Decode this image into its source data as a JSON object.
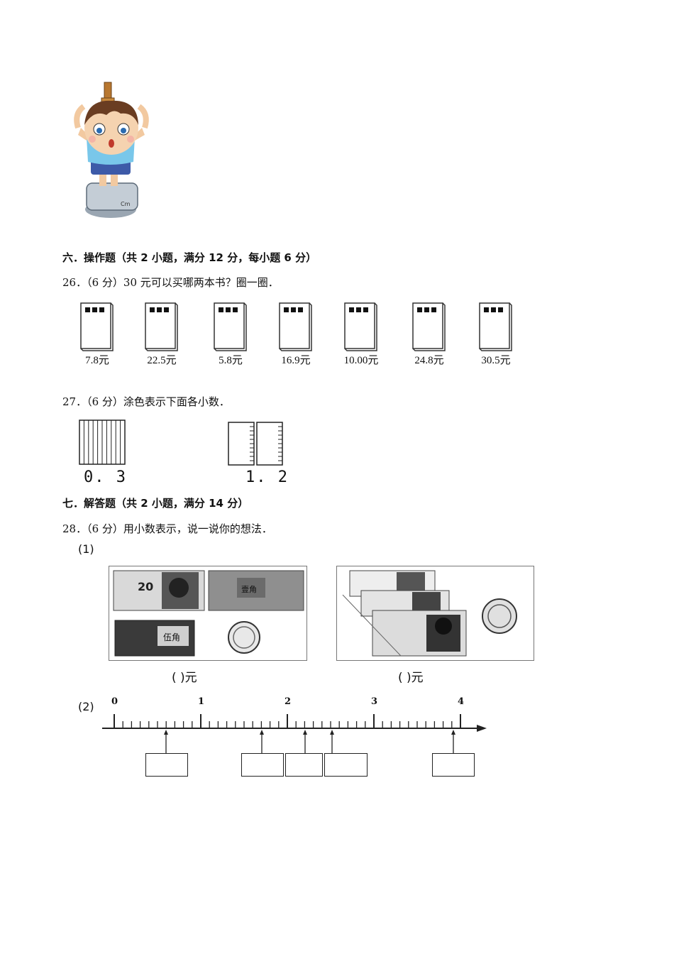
{
  "illustration": {
    "ruler_mark": "Cm"
  },
  "section6": {
    "title": "六．操作题（共 2 小题，满分 12 分，每小题 6 分）"
  },
  "q26": {
    "text": "26．（6 分）30 元可以买哪两本书？圈一圈．",
    "books": [
      {
        "price": "7.8元"
      },
      {
        "price": "22.5元"
      },
      {
        "price": "5.8元"
      },
      {
        "price": "16.9元"
      },
      {
        "price": "10.00元"
      },
      {
        "price": "24.8元"
      },
      {
        "price": "30.5元"
      }
    ]
  },
  "q27": {
    "text": "27．（6 分）涂色表示下面各小数．",
    "items": [
      {
        "value": "0. 3"
      },
      {
        "value": "1. 2"
      }
    ]
  },
  "section7": {
    "title": "七．解答题（共 2 小题，满分 14 分）"
  },
  "q28": {
    "text": "28．（6 分）用小数表示，说一说你的想法．",
    "part1_label": "(1)",
    "part2_label": "(2)",
    "answer_left": "(      )元",
    "answer_right": "(      )元",
    "banknote_left_top": "20",
    "banknote_wujiao": "伍角",
    "banknote_yijiao": "壹角",
    "numberline_ticks": [
      "0",
      "1",
      "2",
      "3",
      "4"
    ]
  }
}
